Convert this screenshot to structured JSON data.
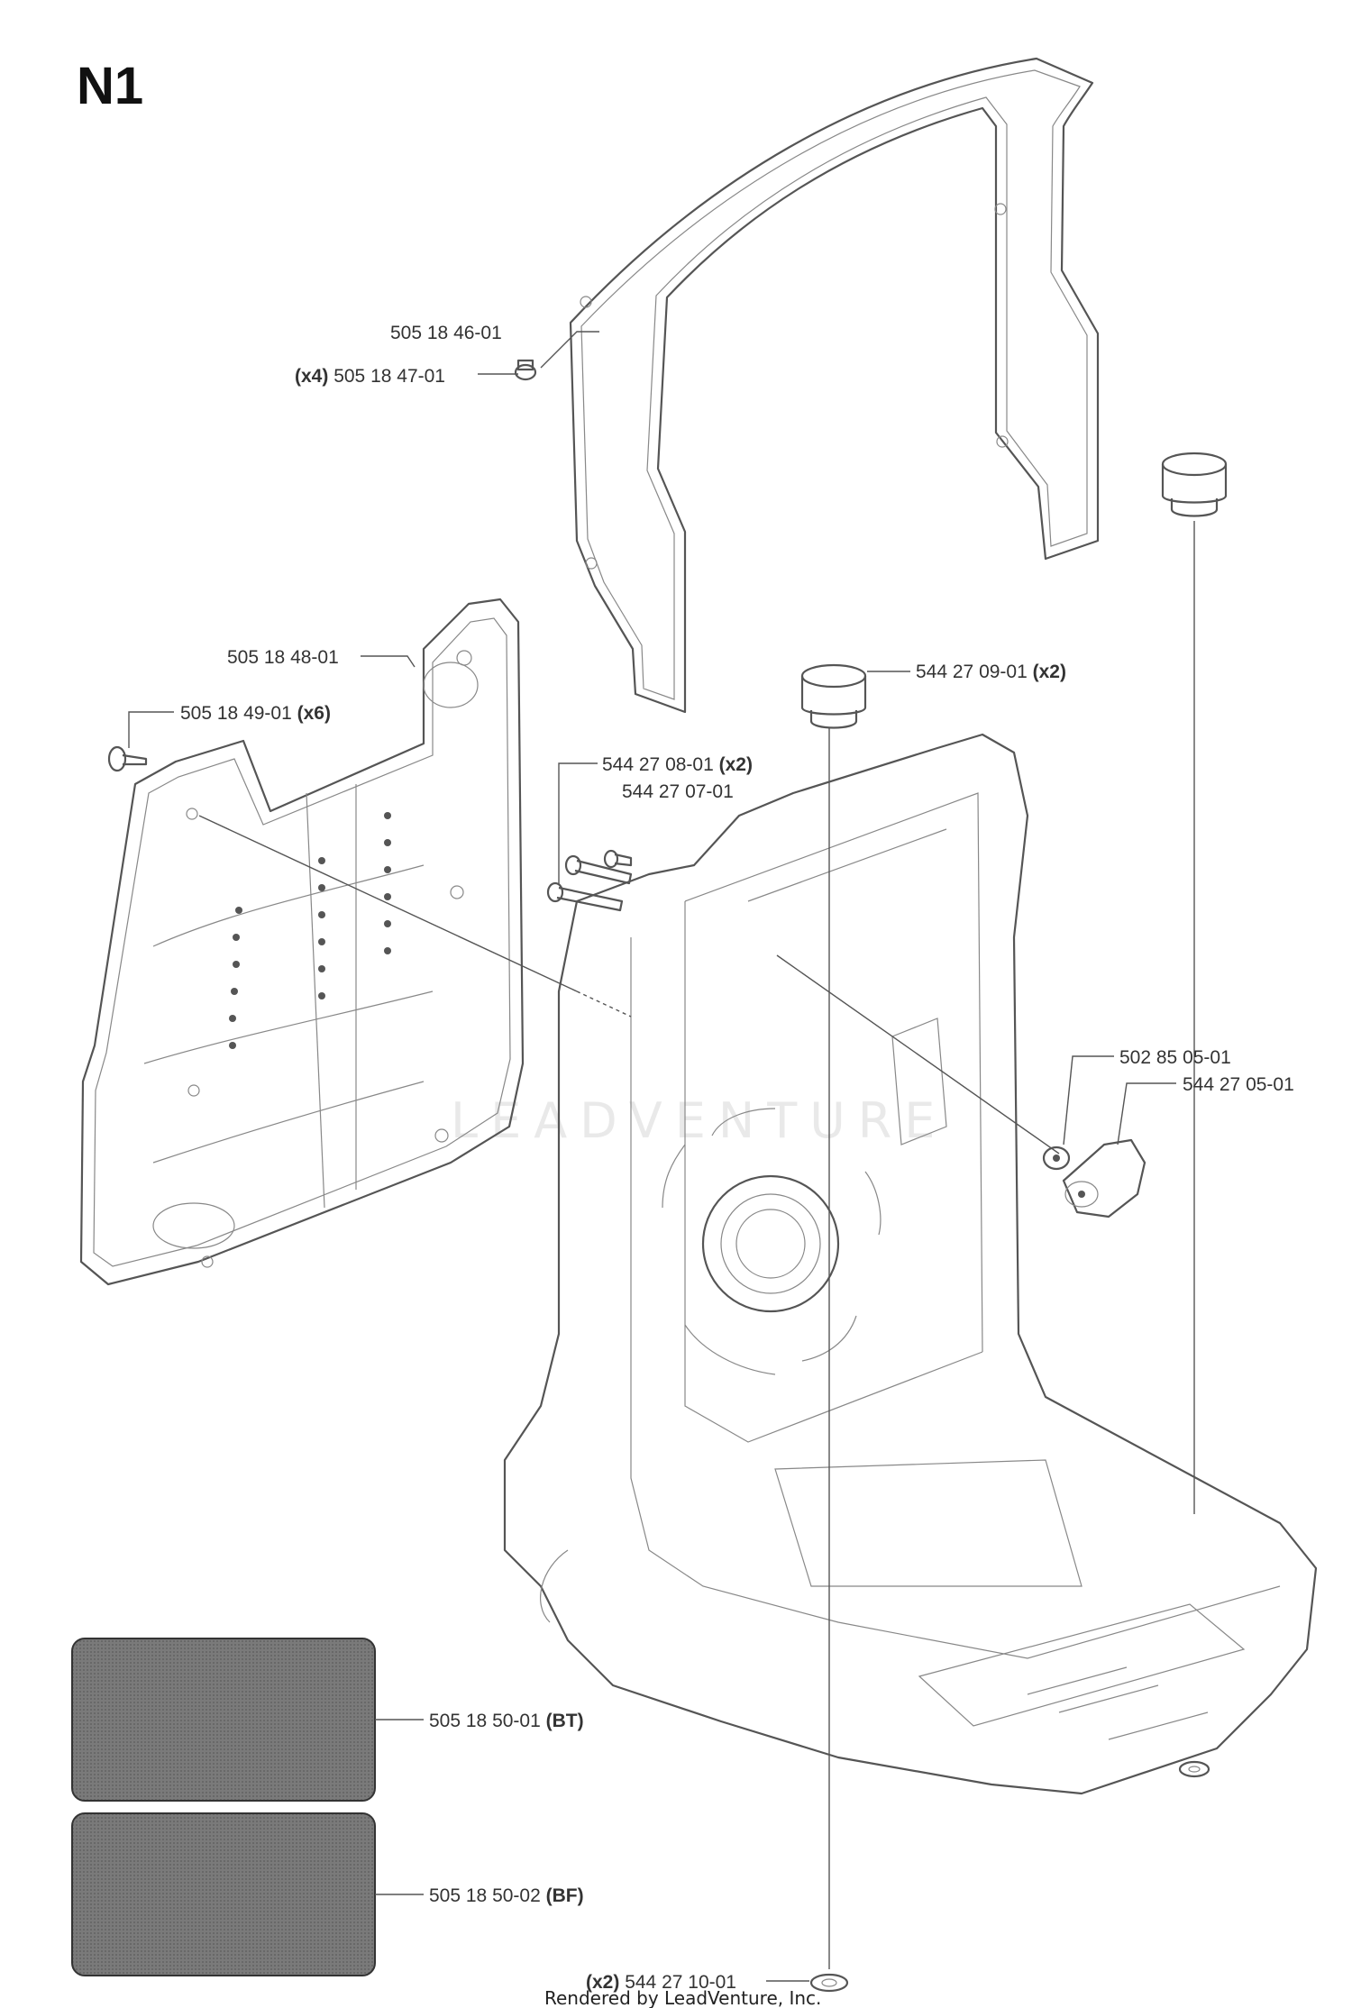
{
  "page": {
    "title": "N1",
    "footer": "Rendered by LeadVenture, Inc.",
    "watermark": "LEADVENTURE"
  },
  "parts": [
    {
      "id": "bracket",
      "number": "505 18 46-01",
      "qty": ""
    },
    {
      "id": "bracket_screw",
      "number": "505 18 47-01",
      "qty": "(x4)"
    },
    {
      "id": "back_pad",
      "number": "505 18 48-01",
      "qty": ""
    },
    {
      "id": "pad_screw",
      "number": "505 18 49-01",
      "qty": "(x6)"
    },
    {
      "id": "plug_a",
      "number": "544 27 09-01",
      "qty": "(x2)"
    },
    {
      "id": "bolt",
      "number": "544 27 08-01",
      "qty": "(x2)"
    },
    {
      "id": "pin",
      "number": "544 27 07-01",
      "qty": ""
    },
    {
      "id": "washer",
      "number": "502 85 05-01",
      "qty": ""
    },
    {
      "id": "damper",
      "number": "544 27 05-01",
      "qty": ""
    },
    {
      "id": "decal_bt",
      "number": "505 18 50-01",
      "qty": "(BT)"
    },
    {
      "id": "decal_bf",
      "number": "505 18 50-02",
      "qty": "(BF)"
    },
    {
      "id": "foot",
      "number": "544 27 10-01",
      "qty": "(x2)"
    }
  ]
}
